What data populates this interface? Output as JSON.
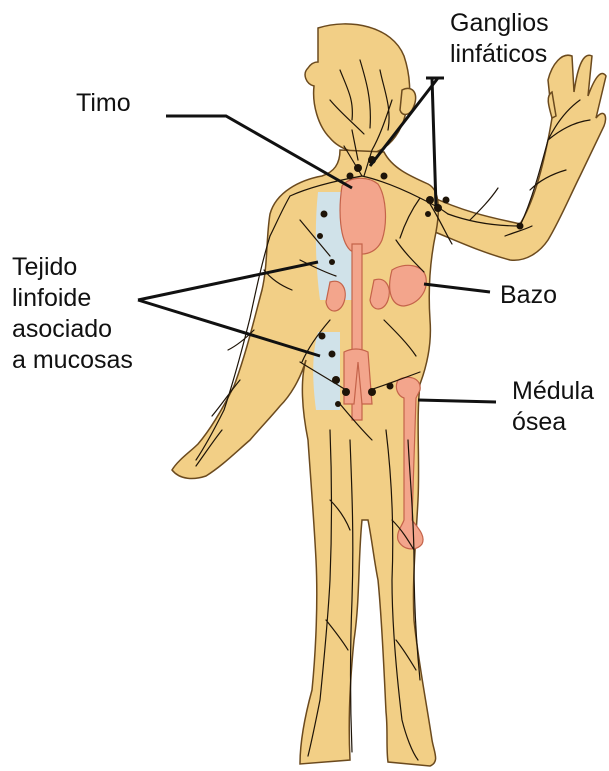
{
  "labels": {
    "ganglios": [
      "Ganglios",
      "linfáticos"
    ],
    "timo": "Timo",
    "tejido": [
      "Tejido",
      "linfoide",
      "asociado",
      "a mucosas"
    ],
    "bazo": "Bazo",
    "medula": [
      "Médula",
      "ósea"
    ]
  },
  "colors": {
    "skin": "#f2cf86",
    "skin_outline": "#6b4a1e",
    "vessels": "#1e1408",
    "organs": "#f3a58c",
    "organ_outline": "#c4634a",
    "mucosa_tissue": "#cde3ee",
    "leader_line": "#111111"
  }
}
